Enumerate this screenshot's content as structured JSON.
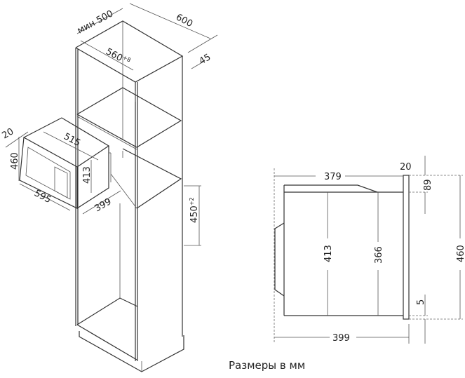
{
  "caption": "Размеры в мм",
  "iso_view": {
    "cabinet_depth": "600",
    "min_depth": "мин 500",
    "inner_width": "560",
    "inner_width_tol": "+8",
    "back_gap": "45",
    "niche_height": "450",
    "niche_height_tol": "+2",
    "frame_depth": "20",
    "frame_height": "460",
    "frame_width": "595",
    "body_width": "515",
    "body_height": "413",
    "body_depth": "399"
  },
  "side_view": {
    "body_depth": "379",
    "frame_thickness": "20",
    "top_offset": "89",
    "body_height": "413",
    "inner_height": "366",
    "total_height": "460",
    "bottom_offset": "5",
    "total_depth": "399"
  }
}
